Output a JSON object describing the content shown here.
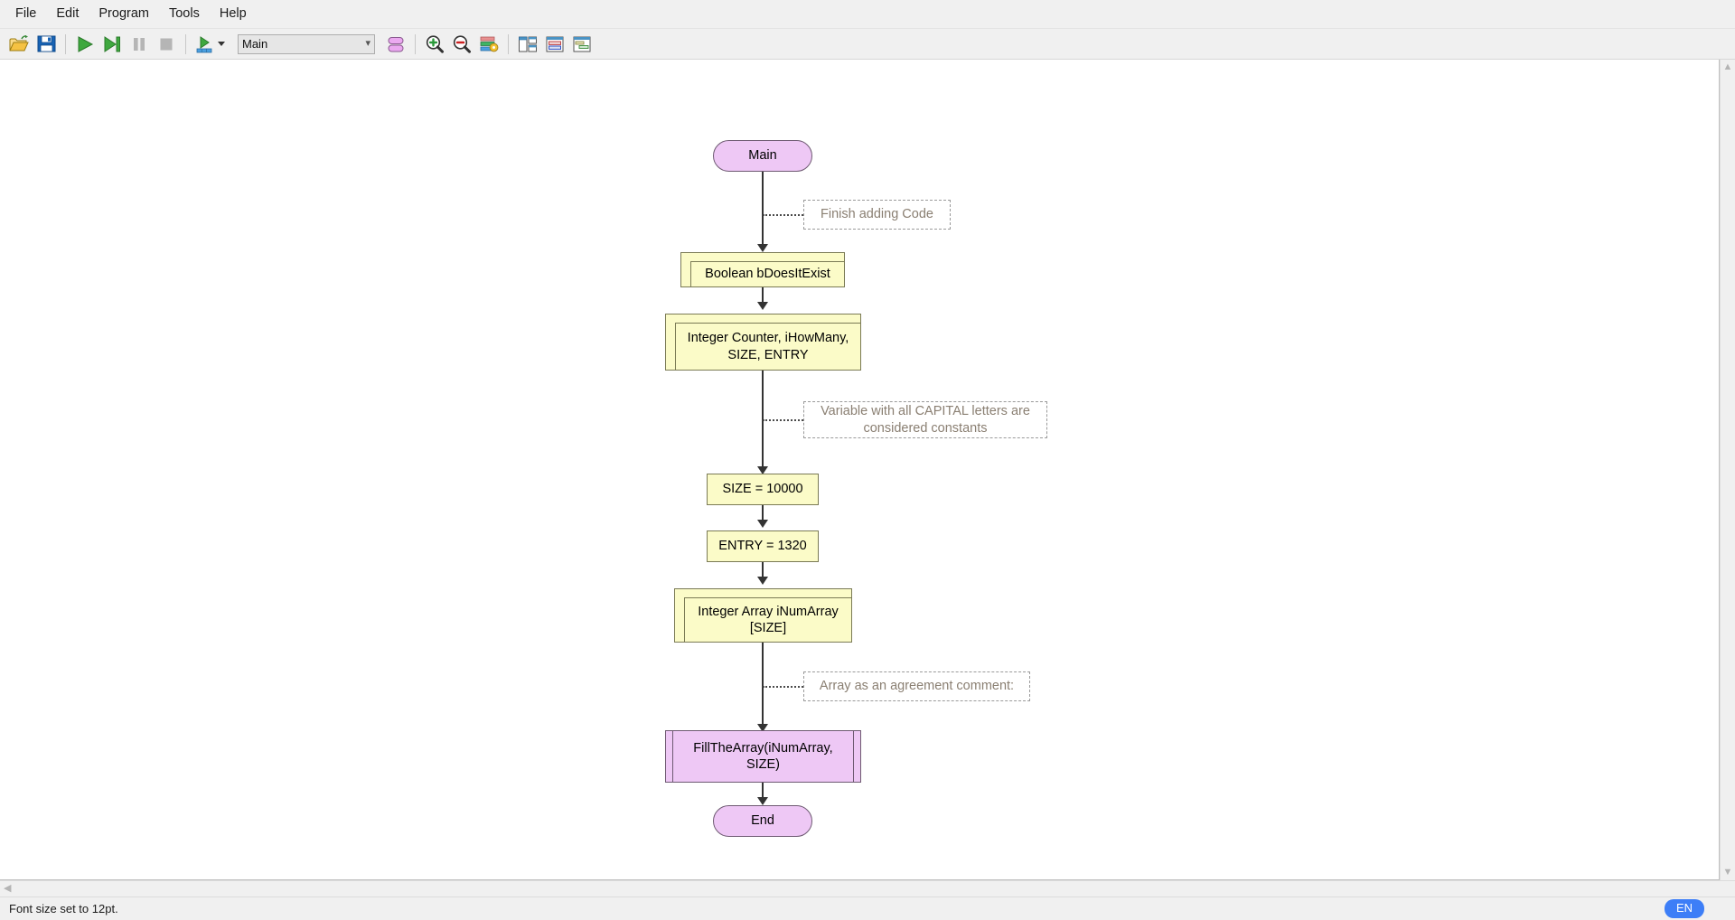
{
  "menubar": {
    "items": [
      {
        "label": "File",
        "name": "menu-file"
      },
      {
        "label": "Edit",
        "name": "menu-edit"
      },
      {
        "label": "Program",
        "name": "menu-program"
      },
      {
        "label": "Tools",
        "name": "menu-tools"
      },
      {
        "label": "Help",
        "name": "menu-help"
      }
    ]
  },
  "toolbar": {
    "open_icon": "open-folder-icon",
    "save_icon": "save-icon",
    "run_icon": "run-icon",
    "step_icon": "step-icon",
    "pause_icon": "pause-icon",
    "stop_icon": "stop-icon",
    "run_to_icon": "run-to-cursor-icon",
    "combo_value": "Main",
    "combo_arrow": "chevron-down-icon",
    "shapes_icon": "shapes-icon",
    "zoom_in_icon": "zoom-in-icon",
    "zoom_out_icon": "zoom-out-icon",
    "settings_icon": "display-settings-icon",
    "view_split_icon": "view-split-icon",
    "view_stacked_icon": "view-stacked-icon",
    "view_gantt_icon": "view-gantt-icon"
  },
  "statusbar": {
    "message": "Font size set to 12pt.",
    "language": "EN"
  },
  "scroll": {
    "left_chevron": "chevron-left-icon",
    "up_chevron": "chevron-up-icon",
    "down_chevron": "chevron-down-icon"
  },
  "flowchart": {
    "title": "Main",
    "nodes": [
      {
        "id": "start",
        "type": "terminal",
        "label": "Main"
      },
      {
        "id": "decl1",
        "type": "declare",
        "label": "Boolean bDoesItExist"
      },
      {
        "id": "decl2",
        "type": "declare",
        "label": "Integer Counter, iHowMany,\nSIZE, ENTRY"
      },
      {
        "id": "assign1",
        "type": "assign",
        "label": "SIZE = 10000"
      },
      {
        "id": "assign2",
        "type": "assign",
        "label": "ENTRY = 1320"
      },
      {
        "id": "decl3",
        "type": "declare",
        "label": "Integer Array iNumArray\n[SIZE]"
      },
      {
        "id": "call1",
        "type": "call",
        "label": "FillTheArray(iNumArray,\nSIZE)"
      },
      {
        "id": "end",
        "type": "terminal",
        "label": "End"
      }
    ],
    "comments": [
      {
        "id": "c1",
        "text": "Finish adding Code"
      },
      {
        "id": "c2",
        "text": "Variable with all CAPITAL letters are\nconsidered constants"
      },
      {
        "id": "c3",
        "text": "Array as an agreement comment:"
      }
    ]
  },
  "colors": {
    "terminal_fill": "#eec8f5",
    "statement_fill": "#fbfbc8",
    "node_border": "#6e5a72",
    "comment_text": "#8a7f72",
    "accent": "#3d7ef7"
  }
}
